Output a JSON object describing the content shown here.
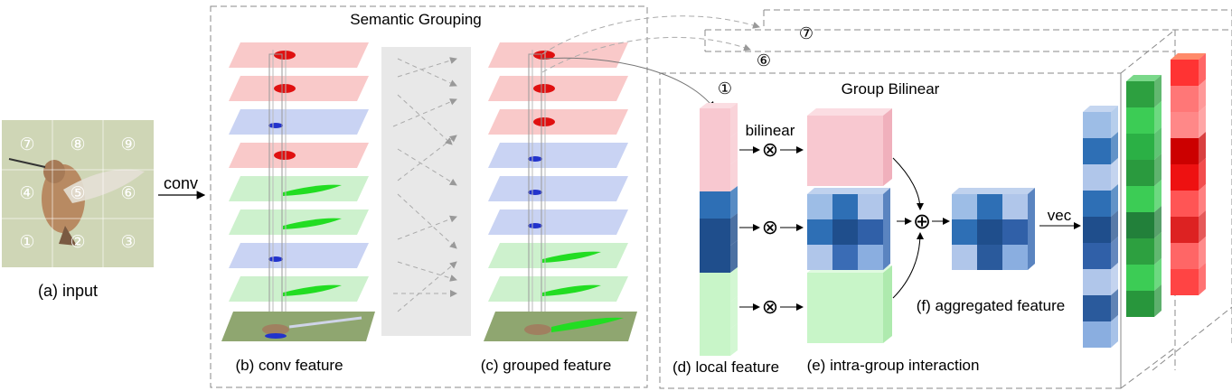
{
  "labels": {
    "input": "(a) input",
    "conv_arrow": "conv",
    "semantic_grouping": "Semantic Grouping",
    "conv_feature": "(b) conv feature",
    "grouped_feature": "(c) grouped feature",
    "group_bilinear": "Group Bilinear",
    "bilinear": "bilinear",
    "local_feature": "(d) local feature",
    "intra_group": "(e) intra-group interaction",
    "aggregated": "(f) aggregated feature",
    "vec": "vec"
  },
  "input_grid": [
    "⑦",
    "⑧",
    "⑨",
    "④",
    "⑤",
    "⑥",
    "①",
    "②",
    "③"
  ],
  "circled_markers": {
    "one": "①",
    "six": "⑥",
    "seven": "⑦"
  },
  "operators": {
    "otimes": "⊗",
    "oplus": "⊕"
  },
  "colors": {
    "red_plane": "#f9c9c9",
    "blue_plane": "#c9d3f3",
    "green_plane": "#cdf1cd",
    "blob_red": "#e01010",
    "blob_green": "#22dd22",
    "blob_blue": "#2233cc",
    "pink_block": "#f8c8d0",
    "green_block": "#c8f5c8",
    "blue_dark": "#1f4e8c",
    "blue_mid": "#2e6fb5",
    "blue_light": "#9dbde6",
    "green_col": "#2da040",
    "red_col": "#e02020"
  },
  "conv_planes": [
    "red",
    "red",
    "blue",
    "red",
    "green",
    "green",
    "blue",
    "green"
  ],
  "grouped_planes": [
    "red",
    "red",
    "red",
    "blue",
    "blue",
    "blue",
    "green",
    "green"
  ],
  "local_feature_cells": [
    "pink",
    "pink",
    "pink",
    "blue_mid",
    "blue_dark",
    "blue_dark",
    "green",
    "green",
    "green"
  ],
  "vec_cells": [
    "#9dbde6",
    "#2e6fb5",
    "#b0c6ea",
    "#2e6fb5",
    "#1f4e8c",
    "#3060a8",
    "#b0c6ea",
    "#2a5a9c",
    "#8aaee0"
  ],
  "green_vec_cells": [
    "#2da040",
    "#3ccc55",
    "#2bb045",
    "#2a9a3e",
    "#3ccc55",
    "#22803a",
    "#2da040",
    "#3ccc55",
    "#28963c"
  ],
  "red_vec_cells": [
    "#f33",
    "#f77",
    "#f88",
    "#c00",
    "#e11",
    "#f55",
    "#d22",
    "#f66",
    "#f44"
  ]
}
